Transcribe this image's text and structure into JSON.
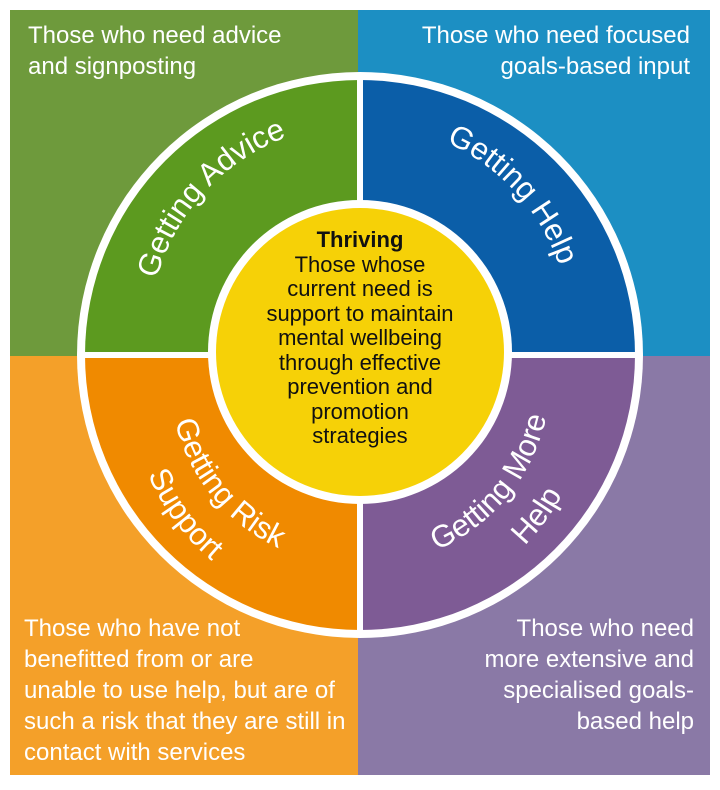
{
  "quadrants": {
    "top_left": {
      "color": "#6e9a3c",
      "lines": [
        "Those who need advice",
        "and signposting"
      ]
    },
    "top_right": {
      "color": "#1c8fc3",
      "lines": [
        "Those who need focused",
        "goals-based input"
      ]
    },
    "bottom_left": {
      "color": "#f4a029",
      "lines": [
        "Those who have not",
        "benefitted from or are",
        "unable to use help, but are of",
        "such a risk that they are still in",
        "contact with services"
      ]
    },
    "bottom_right": {
      "color": "#8a79a6",
      "lines": [
        "Those who need",
        "more extensive and",
        "specialised goals-",
        "based help"
      ]
    }
  },
  "ring": {
    "getting_advice": {
      "label": "Getting Advice",
      "color": "#5c9a1f"
    },
    "getting_help": {
      "label": "Getting Help",
      "color": "#0b5ea8"
    },
    "getting_risk_support": {
      "label_line1": "Getting Risk",
      "label_line2": "Support",
      "color": "#f08a00"
    },
    "getting_more_help": {
      "label_line1": "Getting More",
      "label_line2": "Help",
      "color": "#7e5b95"
    }
  },
  "center": {
    "color": "#f6d107",
    "title": "Thriving",
    "lines": [
      "Those whose",
      "current need is",
      "support to maintain",
      "mental wellbeing",
      "through effective",
      "prevention and",
      "promotion",
      "strategies"
    ]
  }
}
